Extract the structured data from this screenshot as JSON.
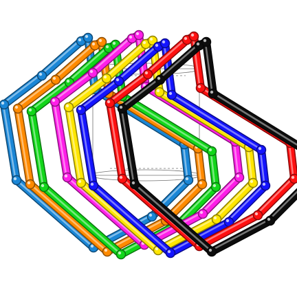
{
  "scene": {
    "subject": "3d-render-nested-colored-polygon-loops",
    "background": "#ffffff",
    "loops": [
      {
        "id": "blue-light",
        "color": "#1a86d6"
      },
      {
        "id": "orange",
        "color": "#ff8a00"
      },
      {
        "id": "green",
        "color": "#12d61a"
      },
      {
        "id": "magenta",
        "color": "#ff1fe8"
      },
      {
        "id": "yellow",
        "color": "#ffe600"
      },
      {
        "id": "blue",
        "color": "#1414ff"
      },
      {
        "id": "red",
        "color": "#ff1010"
      },
      {
        "id": "black",
        "color": "#0d0d0d"
      }
    ],
    "wire_color": "#333333"
  }
}
